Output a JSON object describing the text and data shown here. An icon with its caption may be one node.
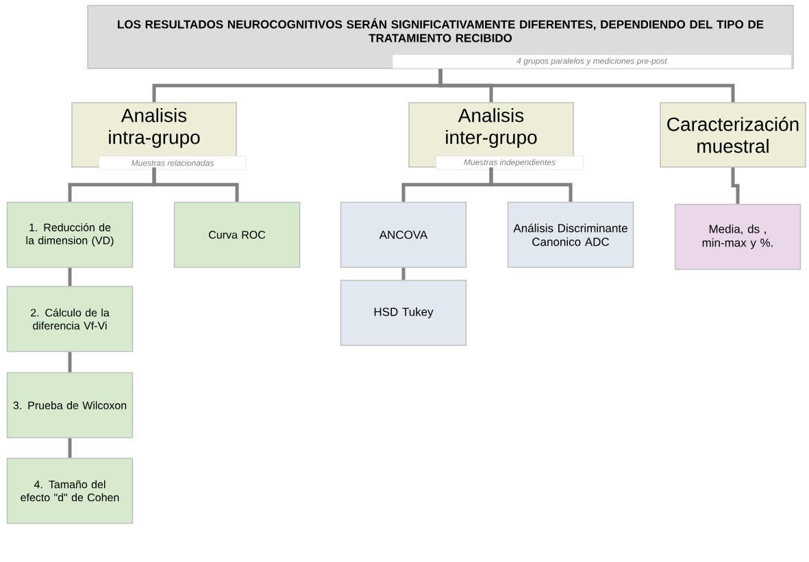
{
  "diagram": {
    "nodes": [
      {
        "text": [
          "LOS RESULTADOS NEUROCOGNITIVOS SERÁN SIGNIFICATIVAMENTE DIFERENTES, DEPENDIENDO DEL TIPO DE TRATAMIENTO RECIBIDO",
          "4 grupos paralelos y mediciones pre-post"
        ]
      },
      {
        "text": [
          "Analisis intra-grupo",
          "Muestras relacionadas"
        ]
      },
      {
        "text": [
          "Analisis inter-grupo",
          "Muestras independientes"
        ]
      },
      {
        "text": [
          "Caracterización muestral"
        ]
      },
      {
        "text": [
          "1. Reducción de la dimension (VD)"
        ]
      },
      {
        "text": [
          "Curva ROC"
        ]
      },
      {
        "text": [
          "ANCOVA"
        ]
      },
      {
        "text": [
          "Análisis Discriminante Canonico ADC"
        ]
      },
      {
        "text": [
          "Media, ds , min-max y %."
        ]
      },
      {
        "text": [
          "2. Cálculo de la diferencia Vf-Vi"
        ]
      },
      {
        "text": [
          "HSD Tukey"
        ]
      },
      {
        "text": [
          "3. Prueba de Wilcoxon"
        ]
      },
      {
        "text": [
          "4. Tamaño del efecto \"d\" de Cohen"
        ]
      }
    ],
    "edges": [
      {
        "from": 0,
        "to": 1,
        "arrow": "none"
      },
      {
        "from": 0,
        "to": 2,
        "arrow": "none"
      },
      {
        "from": 0,
        "to": 3,
        "arrow": "none"
      },
      {
        "from": 1,
        "to": 4,
        "arrow": "none"
      },
      {
        "from": 1,
        "to": 5,
        "arrow": "none"
      },
      {
        "from": 2,
        "to": 6,
        "arrow": "none"
      },
      {
        "from": 2,
        "to": 7,
        "arrow": "none"
      },
      {
        "from": 3,
        "to": 8,
        "arrow": "none"
      },
      {
        "from": 4,
        "to": 9,
        "arrow": "none"
      },
      {
        "from": 6,
        "to": 10,
        "arrow": "none"
      },
      {
        "from": 9,
        "to": 11,
        "arrow": "none"
      },
      {
        "from": 11,
        "to": 12,
        "arrow": "none"
      }
    ]
  }
}
